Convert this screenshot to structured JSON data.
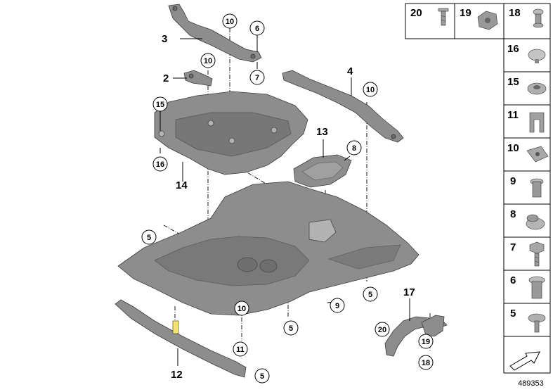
{
  "diagram_code": "489353",
  "labels": {
    "l2": "2",
    "l3": "3",
    "l4": "4",
    "l12": "12",
    "l13": "13",
    "l14": "14",
    "l17": "17"
  },
  "callouts": {
    "c10a": "10",
    "c6": "6",
    "c10b": "10",
    "c7": "7",
    "c15": "15",
    "c16": "16",
    "c10c": "10",
    "c8": "8",
    "c5a": "5",
    "c5b": "5",
    "c9": "9",
    "c10d": "10",
    "c5c": "5",
    "c11": "11",
    "c5d": "5",
    "c20": "20",
    "c19": "19",
    "c18": "18"
  },
  "legend": {
    "top": [
      "20",
      "19",
      "18"
    ],
    "side": [
      "16",
      "15",
      "11",
      "10",
      "9",
      "8",
      "7",
      "6",
      "5"
    ]
  }
}
